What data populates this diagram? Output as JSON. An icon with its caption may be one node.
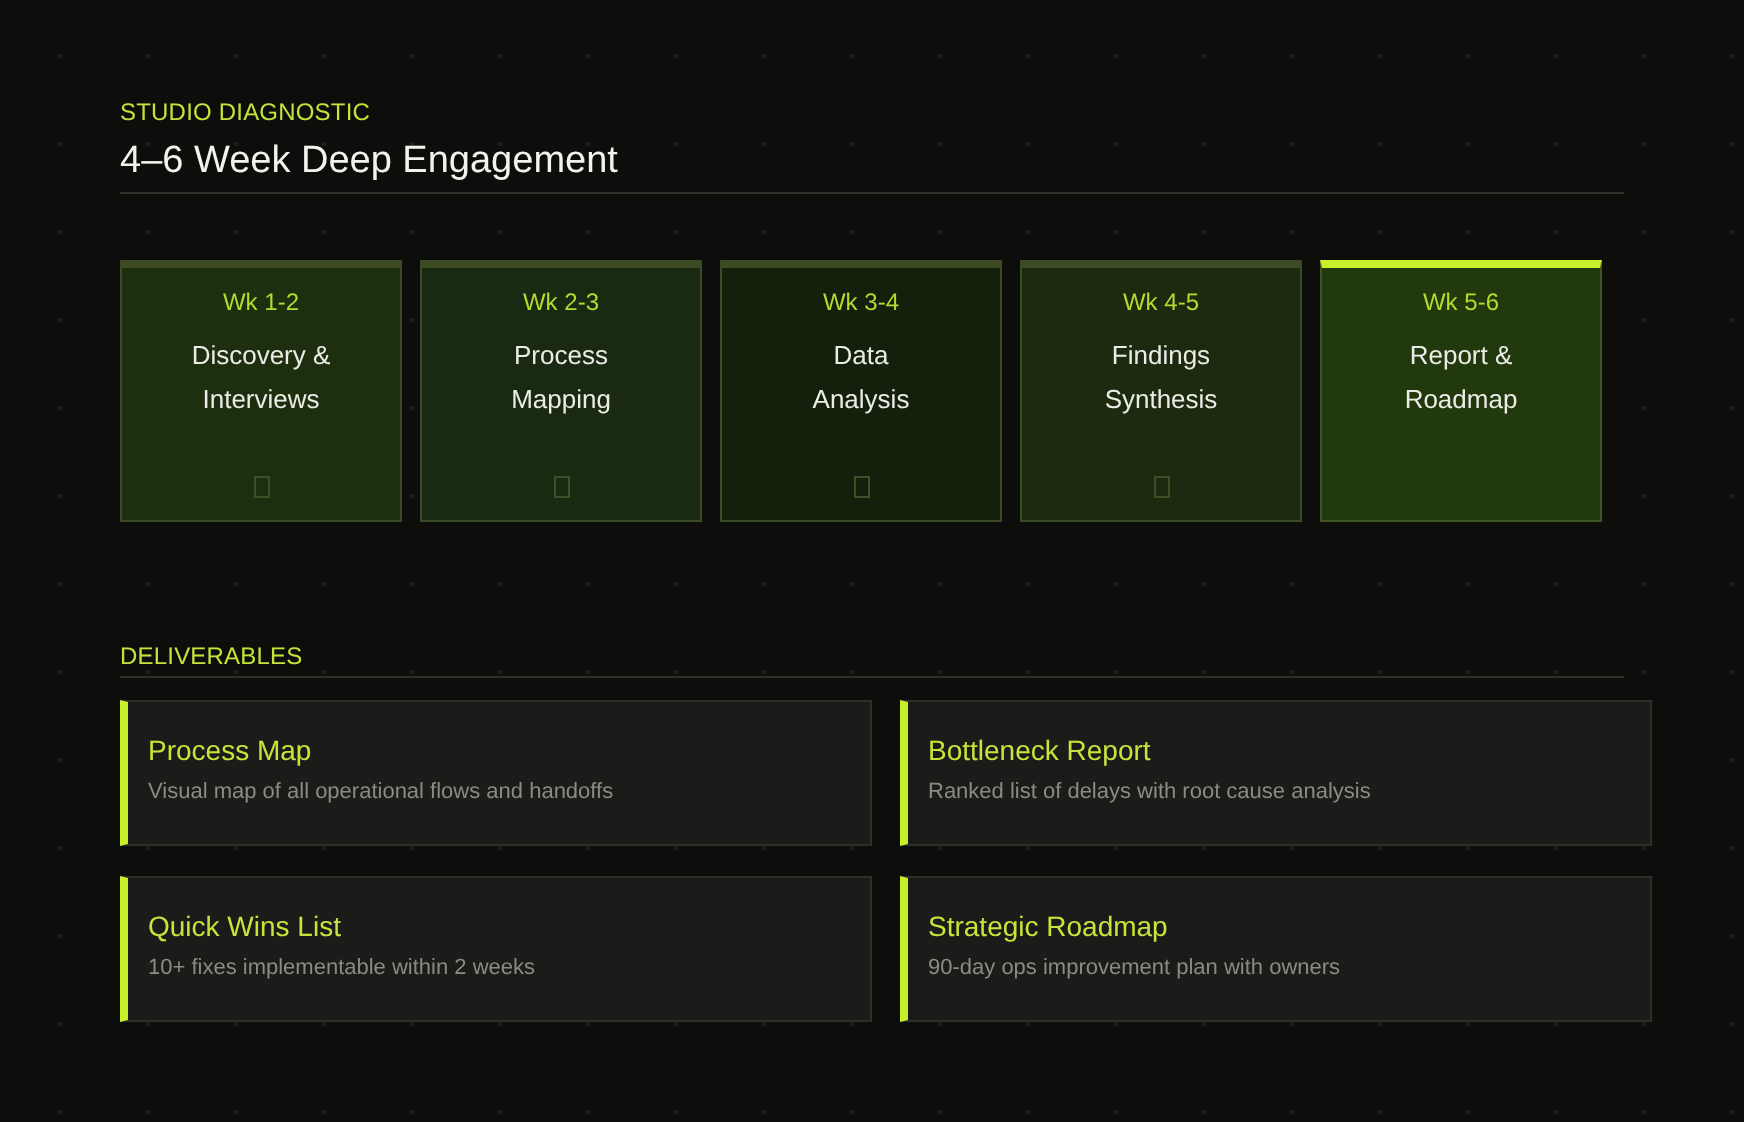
{
  "diagram": {
    "title": "4–6 Week Deep Engagement",
    "nodes": [
      {
        "text": [
          "Wk 1-2",
          "Discovery & Interviews"
        ]
      },
      {
        "text": [
          "Wk 2-3",
          "Process Mapping"
        ]
      },
      {
        "text": [
          "Wk 3-4",
          "Data Analysis"
        ]
      },
      {
        "text": [
          "Wk 4-5",
          "Findings Synthesis"
        ]
      },
      {
        "text": [
          "Wk 5-6",
          "Report & Roadmap"
        ]
      },
      {
        "text": [
          "Process Map",
          "Visual map of all operational flows and handoffs"
        ]
      },
      {
        "text": [
          "Bottleneck Report",
          "Ranked list of delays with root cause analysis"
        ]
      },
      {
        "text": [
          "Quick Wins List",
          "10+ fixes implementable within 2 weeks"
        ]
      },
      {
        "text": [
          "Strategic Roadmap",
          "90-day ops improvement plan with owners"
        ]
      }
    ],
    "labels": [
      "STUDIO DIAGNOSTIC",
      "DELIVERABLES"
    ]
  }
}
